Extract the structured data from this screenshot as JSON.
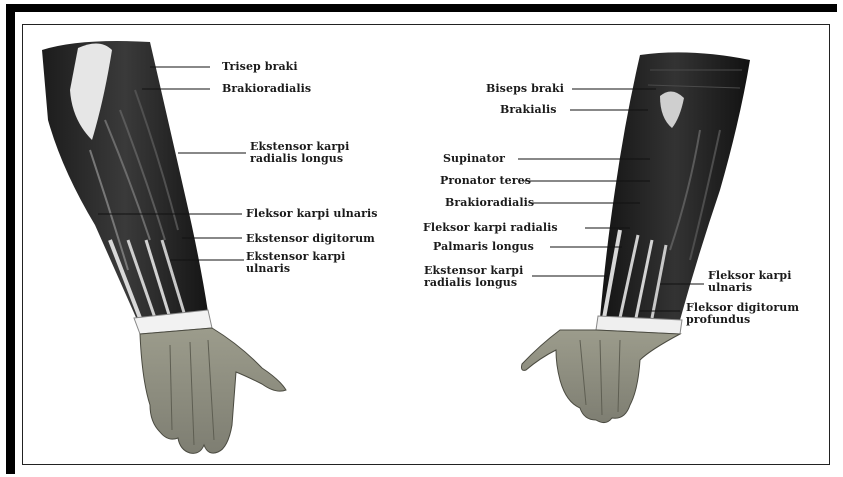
{
  "left_labels": {
    "trisep_braki": "Trisep braki",
    "brakioradialis": "Brakioradialis",
    "ekstensor_karpi_radialis_longus_1": "Ekstensor karpi",
    "ekstensor_karpi_radialis_longus_2": "radialis longus",
    "fleksor_karpi_ulnaris": "Fleksor karpi ulnaris",
    "ekstensor_digitorum": "Ekstensor digitorum",
    "ekstensor_karpi_ulnaris_1": "Ekstensor karpi",
    "ekstensor_karpi_ulnaris_2": "ulnaris"
  },
  "right_labels": {
    "biseps_braki": "Biseps braki",
    "brakialis": "Brakialis",
    "supinator": "Supinator",
    "pronator_teres": "Pronator teres",
    "brakioradialis": "Brakioradialis",
    "fleksor_karpi_radialis": "Fleksor karpi radialis",
    "palmaris_longus": "Palmaris longus",
    "ekstensor_karpi_radialis_longus_1": "Ekstensor karpi",
    "ekstensor_karpi_radialis_longus_2": "radialis longus",
    "fleksor_karpi_ulnaris_1": "Fleksor karpi",
    "fleksor_karpi_ulnaris_2": "ulnaris",
    "fleksor_digitorum_profundus_1": "Fleksor digitorum",
    "fleksor_digitorum_profundus_2": "profundus"
  }
}
